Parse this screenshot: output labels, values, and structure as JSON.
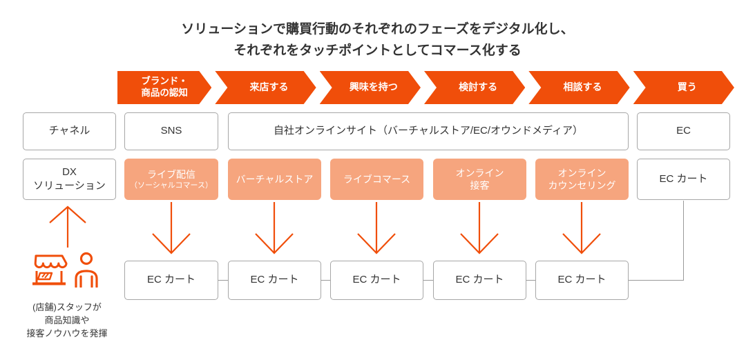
{
  "colors": {
    "accent": "#F04E0A",
    "light_orange": "#F6A57E",
    "box_border": "#A6A6A6",
    "text_dark": "#333333",
    "connector": "#999999"
  },
  "title": {
    "text": "ソリューションで購買行動のそれぞれのフェーズをデジタル化し、\nそれぞれをタッチポイントとしてコマース化する"
  },
  "phases": [
    "ブランド・\n商品の認知",
    "来店する",
    "興味を持つ",
    "検討する",
    "相談する",
    "買う"
  ],
  "row_labels": {
    "channel": "チャネル",
    "dx": "DX\nソリューション"
  },
  "channels": {
    "sns": "SNS",
    "own_site": "自社オンラインサイト（バーチャルストア/EC/オウンドメディア）",
    "ec": "EC"
  },
  "solutions": [
    {
      "label": "ライブ配信",
      "sub": "（ソーシャルコマース）"
    },
    {
      "label": "バーチャルストア"
    },
    {
      "label": "ライブコマース"
    },
    {
      "label": "オンライン\n接客"
    },
    {
      "label": "オンライン\nカウンセリング"
    }
  ],
  "ec_cart_solution": "EC カート",
  "ec_carts": [
    "EC カート",
    "EC カート",
    "EC カート",
    "EC カート",
    "EC カート"
  ],
  "caption": "(店舗)スタッフが\n商品知識や\n接客ノウハウを発揮",
  "icons": {
    "store": "storefront-icon",
    "person": "staff-person-icon",
    "arrow_down": "arrow-down-icon",
    "arrow_up": "arrow-up-icon"
  }
}
